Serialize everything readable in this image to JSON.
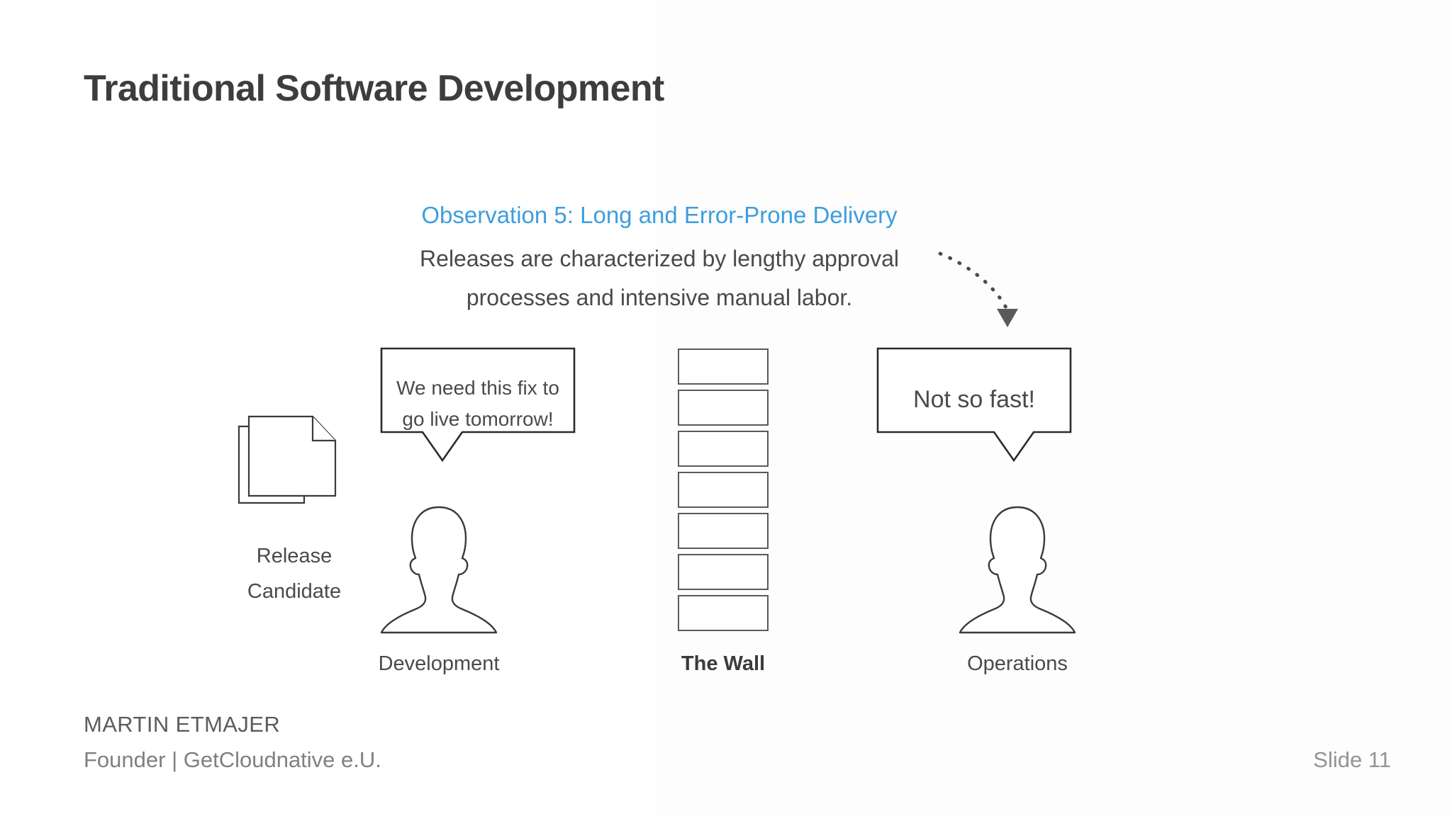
{
  "slide": {
    "title": "Traditional Software Development",
    "background_color": "#ffffff",
    "accent_color": "#3d9edd",
    "text_color": "#4a4a4a"
  },
  "observation": {
    "heading": "Observation 5: Long and Error-Prone Delivery",
    "body_line1": "Releases are characterized by lengthy approval",
    "body_line2": "processes and intensive manual labor."
  },
  "annotation": {
    "arrow_icon": "dotted-curved-arrow-icon"
  },
  "diagram": {
    "release_candidate": {
      "icon": "documents-stack-icon",
      "caption_line1": "Release",
      "caption_line2": "Candidate"
    },
    "development": {
      "icon": "person-silhouette-icon",
      "caption": "Development",
      "bubble": {
        "line1": "We need this fix to",
        "line2": "go live tomorrow!"
      }
    },
    "wall": {
      "icon": "brick-wall-icon",
      "caption": "The Wall",
      "brick_count": 7
    },
    "operations": {
      "icon": "person-silhouette-icon",
      "caption": "Operations",
      "bubble": {
        "line1": "Not so fast!"
      }
    }
  },
  "footer": {
    "name": "MARTIN ETMAJER",
    "role": "Founder | GetCloudnative e.U.",
    "slide_number": "Slide 11"
  }
}
